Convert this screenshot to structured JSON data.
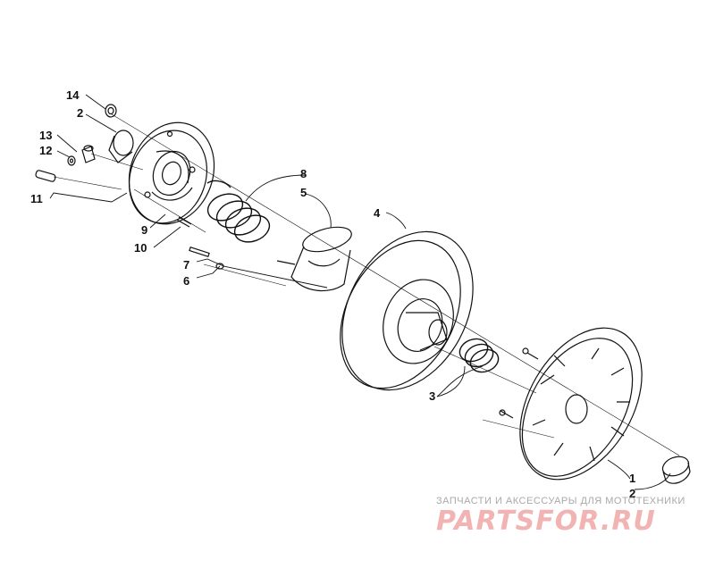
{
  "callouts": {
    "c14": "14",
    "c2a": "2",
    "c13": "13",
    "c12": "12",
    "c11": "11",
    "c8": "8",
    "c5": "5",
    "c9": "9",
    "c10": "10",
    "c7": "7",
    "c6": "6",
    "c4": "4",
    "c3": "3",
    "c1": "1",
    "c2b": "2"
  },
  "watermark": {
    "tagline": "ЗАПЧАСТИ И АКСЕССУАРЫ ДЛЯ МОТОТЕХНИКИ",
    "logo": "PARTSFOR.RU",
    "logo_color": "#f2b3b3"
  }
}
